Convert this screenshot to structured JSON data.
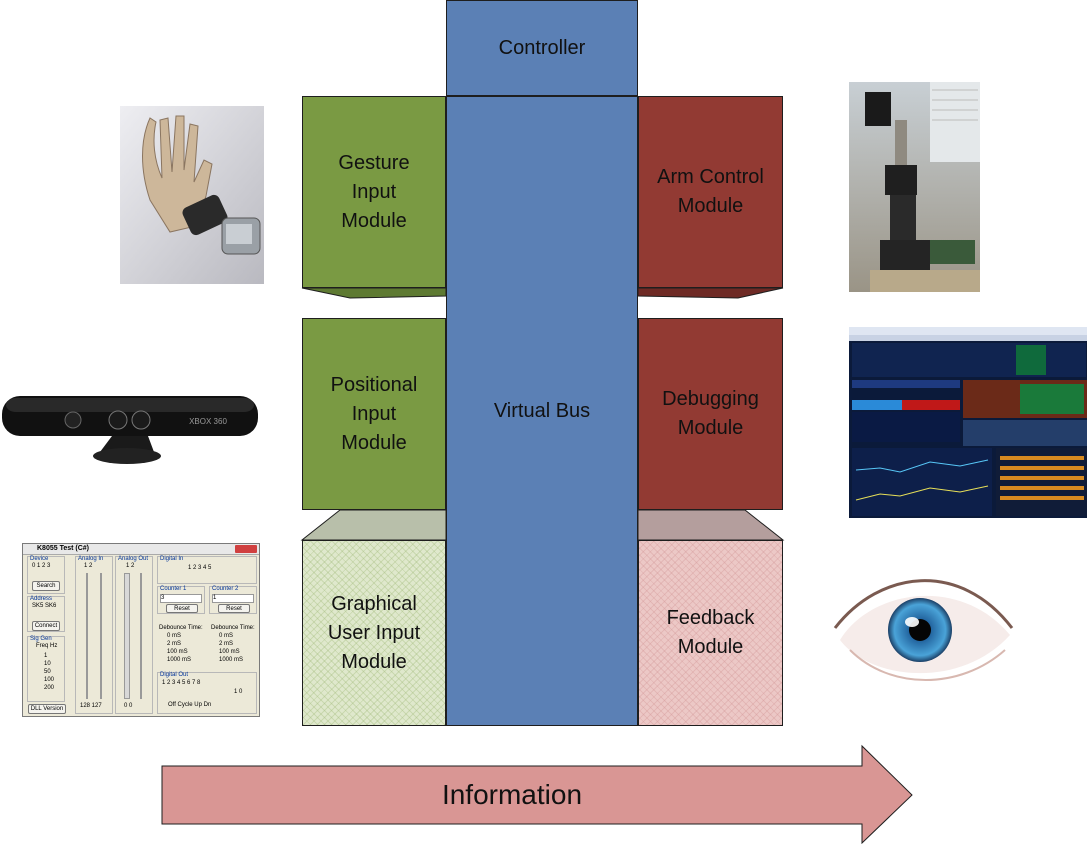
{
  "diagram": {
    "controller": "Controller",
    "virtual_bus": "Virtual Bus",
    "gesture_input": "Gesture\nInput\nModule",
    "positional_input": "Positional\nInput\nModule",
    "graphical_input": "Graphical\nUser Input\nModule",
    "arm_control": "Arm Control\nModule",
    "debugging": "Debugging\nModule",
    "feedback": "Feedback\nModule",
    "information": "Information"
  },
  "gui_window": {
    "title": "K8055 Test (C#)",
    "device_group": "Device",
    "device_numbers": "0 1 2 3",
    "search_button": "Search",
    "address_group": "Address",
    "address_labels": "SK5 SK6",
    "connect_button": "Connect",
    "siggen_group": "Sig Gen",
    "freq_label": "Freq Hz",
    "freq_options": [
      "1",
      "10",
      "50",
      "100",
      "200"
    ],
    "dll_button": "DLL Version",
    "analog_in_group": "Analog In",
    "analog_in_channels": "1   2",
    "analog_in_values": "128  127",
    "analog_out_group": "Analog Out",
    "analog_out_channels": "1   2",
    "analog_out_values": "0    0",
    "digital_in_group": "Digital In",
    "digital_in_numbers": "1 2 3 4 5",
    "counter1_group": "Counter 1",
    "counter1_value": "3",
    "counter2_group": "Counter 2",
    "counter2_value": "1",
    "reset_label": "Reset",
    "debounce_label": "Debounce Time:",
    "debounce_options": [
      "0 mS",
      "2 mS",
      "100 mS",
      "1000 mS"
    ],
    "digital_out_group": "Digital Out",
    "digital_out_numbers": "1 2 3 4 5 6 7 8",
    "digital_out_modes": "Off   Cycle   Up   Dn",
    "digital_out_buttons": "1  0"
  },
  "kinect_label": "XBOX 360"
}
